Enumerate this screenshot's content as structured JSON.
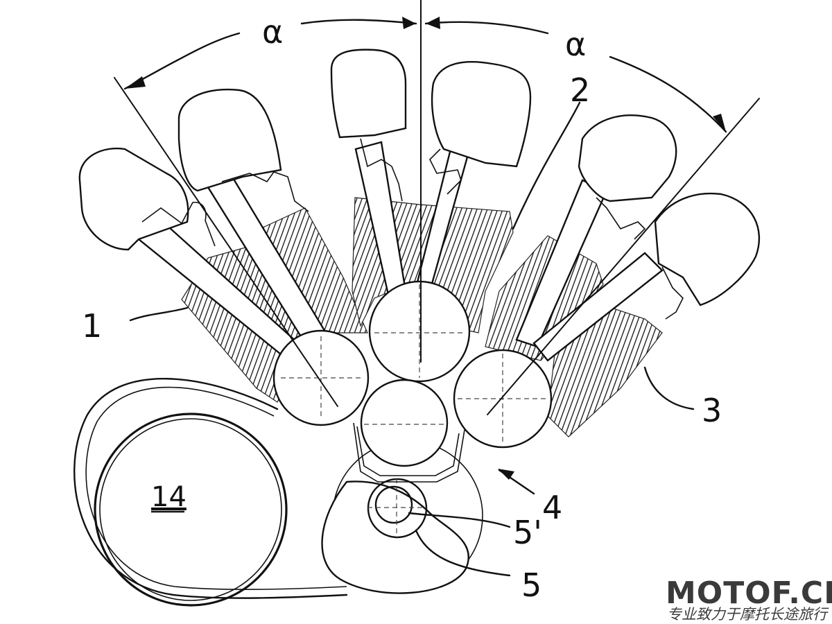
{
  "diagram": {
    "angle_labels": {
      "left": "α",
      "right": "α"
    },
    "part_labels": {
      "cylinder_left": "1",
      "cylinder_center": "2",
      "cylinder_right": "3",
      "gear_train": "4",
      "crankshaft_inner": "5'",
      "crankshaft": "5",
      "pulley": "14"
    }
  },
  "watermark": {
    "brand": "MOTOF.CN",
    "tagline": "专业致力于摩托长途旅行"
  }
}
